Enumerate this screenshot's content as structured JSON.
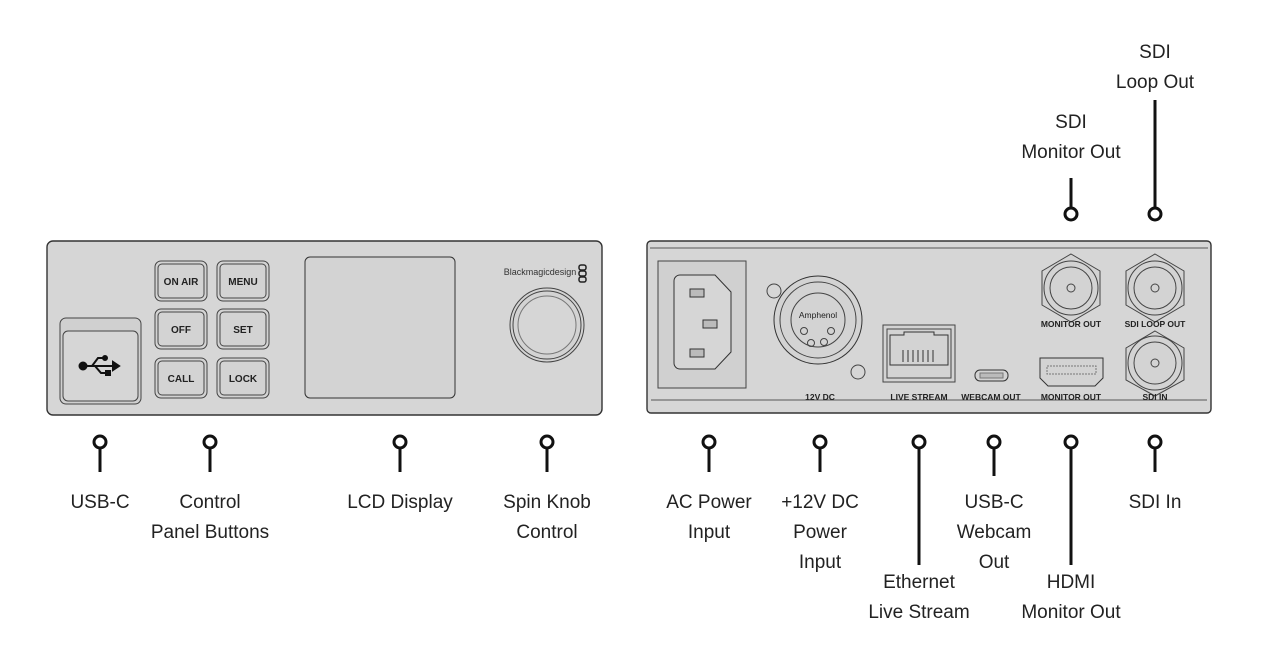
{
  "front_panel": {
    "buttons": [
      "ON AIR",
      "MENU",
      "OFF",
      "SET",
      "CALL",
      "LOCK"
    ],
    "brand": "Blackmagicdesign",
    "icons": {
      "usb": "usb-icon"
    }
  },
  "rear_panel": {
    "connector_labels": {
      "dc": "12V DC",
      "xlr_brand": "Amphenol",
      "ethernet": "LIVE STREAM",
      "webcam": "WEBCAM OUT",
      "hdmi": "MONITOR OUT",
      "sdi_monitor": "MONITOR OUT",
      "sdi_loop": "SDI LOOP OUT",
      "sdi_in": "SDI IN"
    }
  },
  "callouts": {
    "usb_c": [
      "USB-C"
    ],
    "control_buttons": [
      "Control",
      "Panel Buttons"
    ],
    "lcd": [
      "LCD Display"
    ],
    "knob": [
      "Spin Knob",
      "Control"
    ],
    "ac_power": [
      "AC Power",
      "Input"
    ],
    "dc_power": [
      "+12V DC",
      "Power",
      "Input"
    ],
    "ethernet": [
      "Ethernet",
      "Live Stream"
    ],
    "webcam": [
      "USB-C",
      "Webcam",
      "Out"
    ],
    "hdmi": [
      "HDMI",
      "Monitor Out"
    ],
    "sdi_in": [
      "SDI In"
    ],
    "sdi_monitor": [
      "SDI",
      "Monitor Out"
    ],
    "sdi_loop": [
      "SDI",
      "Loop Out"
    ]
  }
}
